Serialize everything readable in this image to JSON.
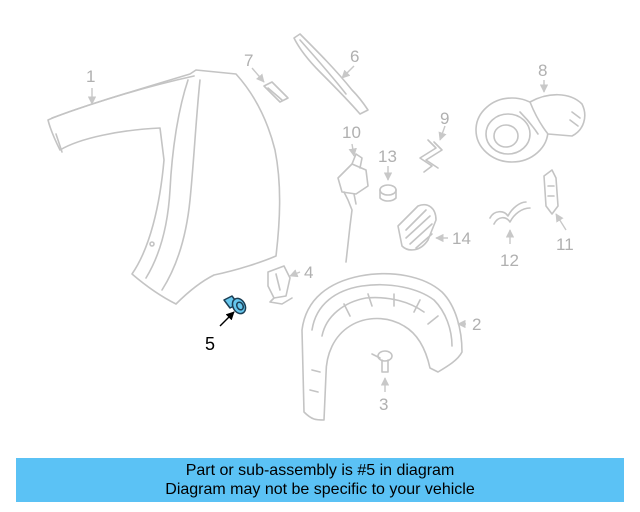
{
  "callouts": {
    "c1": "1",
    "c2": "2",
    "c3": "3",
    "c4": "4",
    "c5": "5",
    "c6": "6",
    "c7": "7",
    "c8": "8",
    "c9": "9",
    "c10": "10",
    "c11": "11",
    "c12": "12",
    "c13": "13",
    "c14": "14"
  },
  "highlighted_part": "5",
  "colors": {
    "banner_background": "#5bc2f5",
    "highlight_fill": "#66c7ee",
    "part_outline": "#c4c4c4"
  },
  "banner": {
    "line1": "Part or sub-assembly is #5 in diagram",
    "line2": "Diagram may not be specific to your vehicle"
  }
}
